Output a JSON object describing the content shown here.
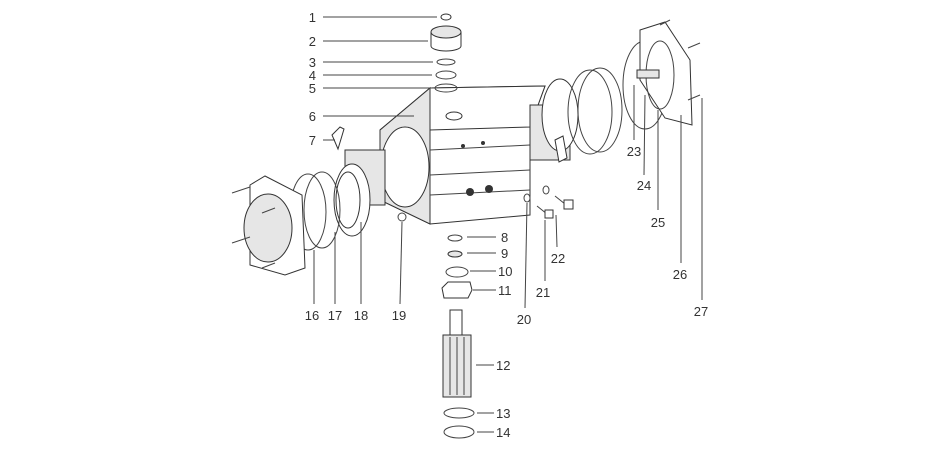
{
  "diagram": {
    "type": "exploded-parts-view",
    "callouts": [
      "1",
      "2",
      "3",
      "4",
      "5",
      "6",
      "7",
      "8",
      "9",
      "10",
      "11",
      "12",
      "13",
      "14",
      "16",
      "17",
      "18",
      "19",
      "20",
      "21",
      "22",
      "23",
      "24",
      "25",
      "26",
      "27"
    ]
  }
}
